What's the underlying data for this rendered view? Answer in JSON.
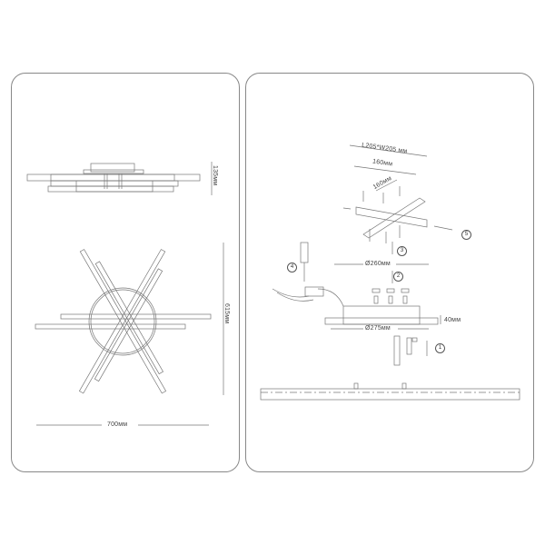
{
  "left_panel": {
    "side_view": {
      "height_label": "135мм"
    },
    "top_view": {
      "height_label": "615мм",
      "width_label": "700мм"
    }
  },
  "right_panel": {
    "bracket": {
      "size_label": "L205*W205 мм",
      "width_label": "160мм",
      "diag_label": "160мм"
    },
    "canopy": {
      "inner_diameter_label": "Ø260мм",
      "outer_diameter_label": "Ø275мм",
      "height_label": "40мм"
    },
    "steps": [
      "1",
      "2",
      "3",
      "4",
      "5"
    ]
  }
}
